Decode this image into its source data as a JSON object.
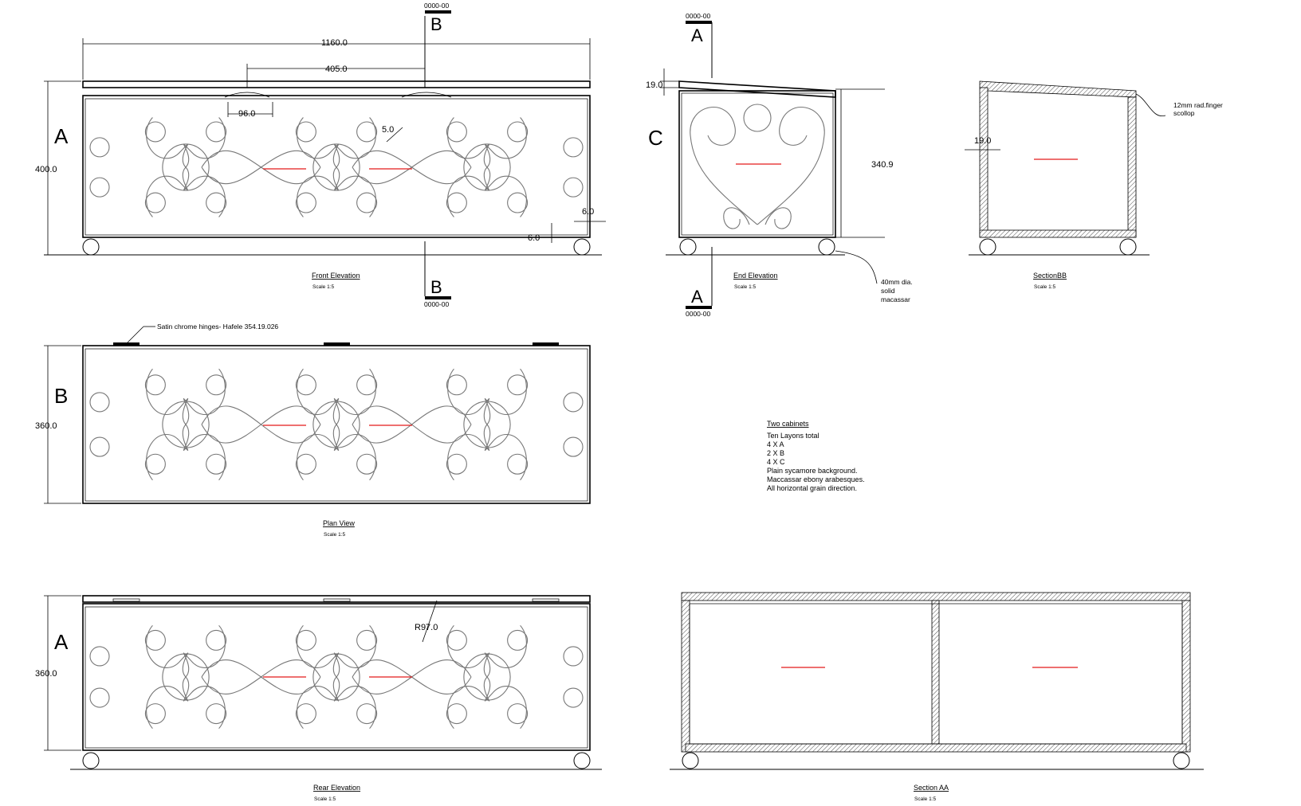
{
  "views": {
    "front": {
      "title": "Front Elevation",
      "scale": "Scale 1:5",
      "label": "A"
    },
    "end": {
      "title": "End Elevation",
      "scale": "Scale 1:5",
      "label": "C"
    },
    "section_bb": {
      "title": "SectionBB",
      "scale": "Scale 1:5"
    },
    "plan": {
      "title": "Plan View",
      "scale": "Scale 1:5",
      "label": "B"
    },
    "rear": {
      "title": "Rear Elevation",
      "scale": "Scale 1:5",
      "label": "A"
    },
    "section_aa": {
      "title": "Section AA",
      "scale": "Scale 1:5"
    }
  },
  "dimensions": {
    "overall_width": "1160.0",
    "section_offset": "405.0",
    "scroll_pitch": "96.0",
    "front_height": "400.0",
    "groove": "5.0",
    "margin_side": "6.0",
    "margin_bottom": "6.0",
    "lid_thickness": "19.0",
    "end_height": "340.9",
    "wall_thickness": "19.0",
    "plan_depth": "360.0",
    "rear_height": "360.0",
    "radius": "R97.0"
  },
  "section_markers": {
    "b_top": {
      "letter": "B",
      "ref": "0000-00"
    },
    "b_bottom": {
      "letter": "B",
      "ref": "0000-00"
    },
    "a_top": {
      "letter": "A",
      "ref": "0000-00"
    },
    "a_bottom": {
      "letter": "A",
      "ref": "0000-00"
    }
  },
  "callouts": {
    "hinges": "Satin chrome hinges- Hafele 354.19.026",
    "feet": [
      "40mm dia.",
      "solid",
      "macassar"
    ],
    "finger": [
      "12mm rad.finger",
      "scollop"
    ]
  },
  "notes": {
    "heading": "Two cabinets",
    "lines": [
      "Ten Layons total",
      "4 X A",
      "2 X B",
      "4 X C",
      "Plain sycamore background.",
      "Maccassar ebony arabesques.",
      "All horizontal grain direction."
    ]
  },
  "colors": {
    "line": "#000000",
    "ornament": "#777777",
    "grain_arrow": "#e41b1b"
  }
}
